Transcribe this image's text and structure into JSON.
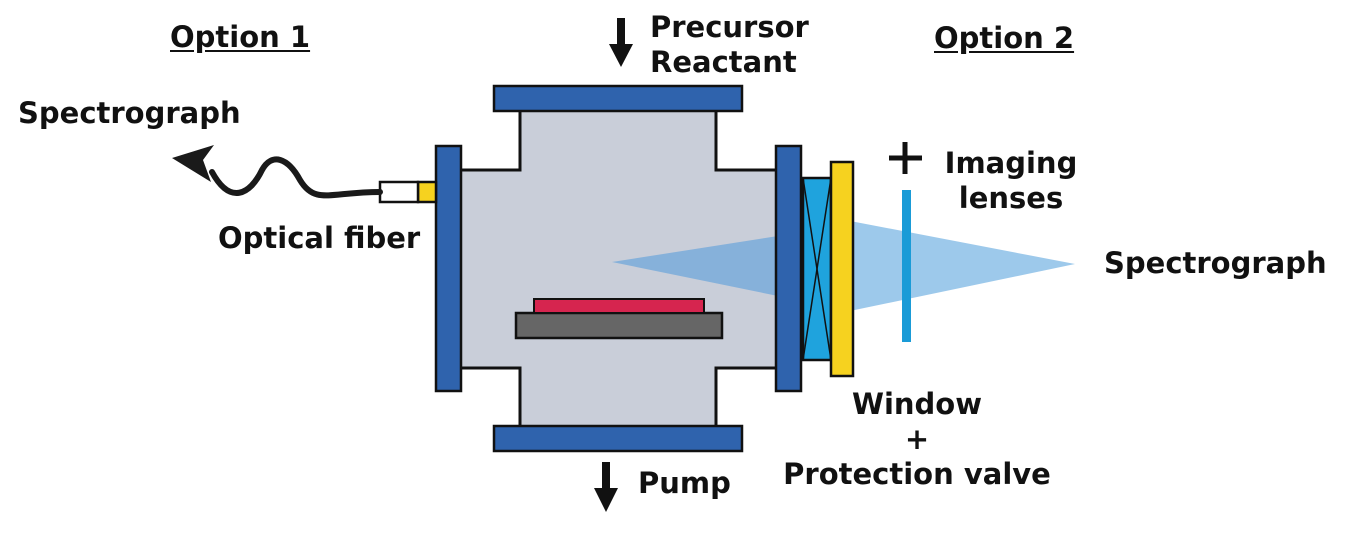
{
  "labels": {
    "option1": "Option 1",
    "option2": "Option 2",
    "spectrograph_left": "Spectrograph",
    "optical_fiber": "Optical fiber",
    "precursor": "Precursor",
    "reactant": "Reactant",
    "imaging": "Imaging",
    "lenses": "lenses",
    "spectrograph_right": "Spectrograph",
    "window": "Window",
    "plus": "+",
    "protection_valve": "Protection valve",
    "pump": "Pump"
  },
  "colors": {
    "chamber": "#c9ced9",
    "flange": "#2f63ad",
    "substrate": "#d6254f",
    "holder": "#666666",
    "window_glass": "#1fa3dd",
    "valve": "#f6d21f",
    "beam": "#8cc0e8",
    "lens": "#1a9bd7",
    "outline": "#111111"
  }
}
